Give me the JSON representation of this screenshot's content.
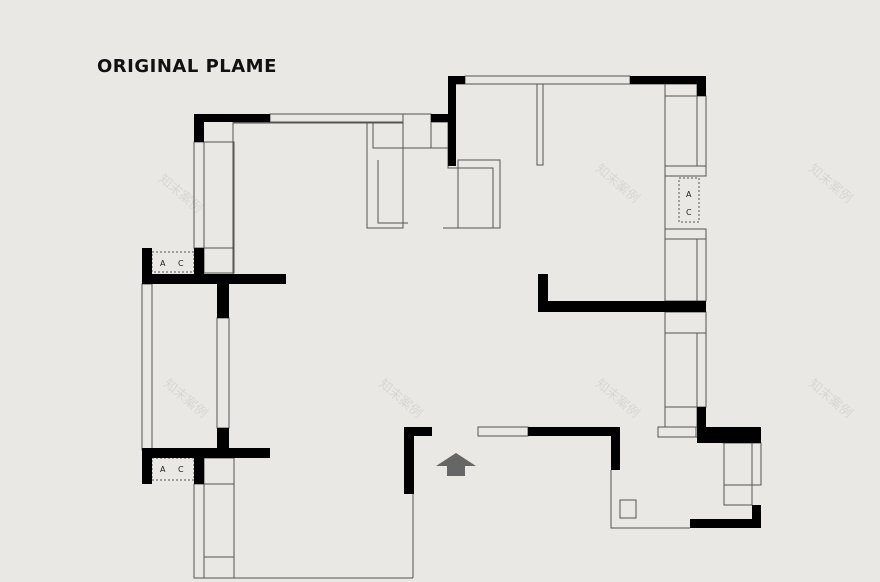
{
  "title": "ORIGINAL PLAME",
  "ac_units": [
    {
      "top": "A",
      "bottom": "C"
    },
    {
      "top": "A",
      "bottom": "C"
    },
    {
      "top": "A",
      "bottom": "C"
    }
  ],
  "entrance": {
    "icon": "up-arrow-icon"
  },
  "colors": {
    "background": "#e9e8e5",
    "wall": "#000000",
    "thin_line": "#555555",
    "entrance_arrow": "#666666"
  }
}
